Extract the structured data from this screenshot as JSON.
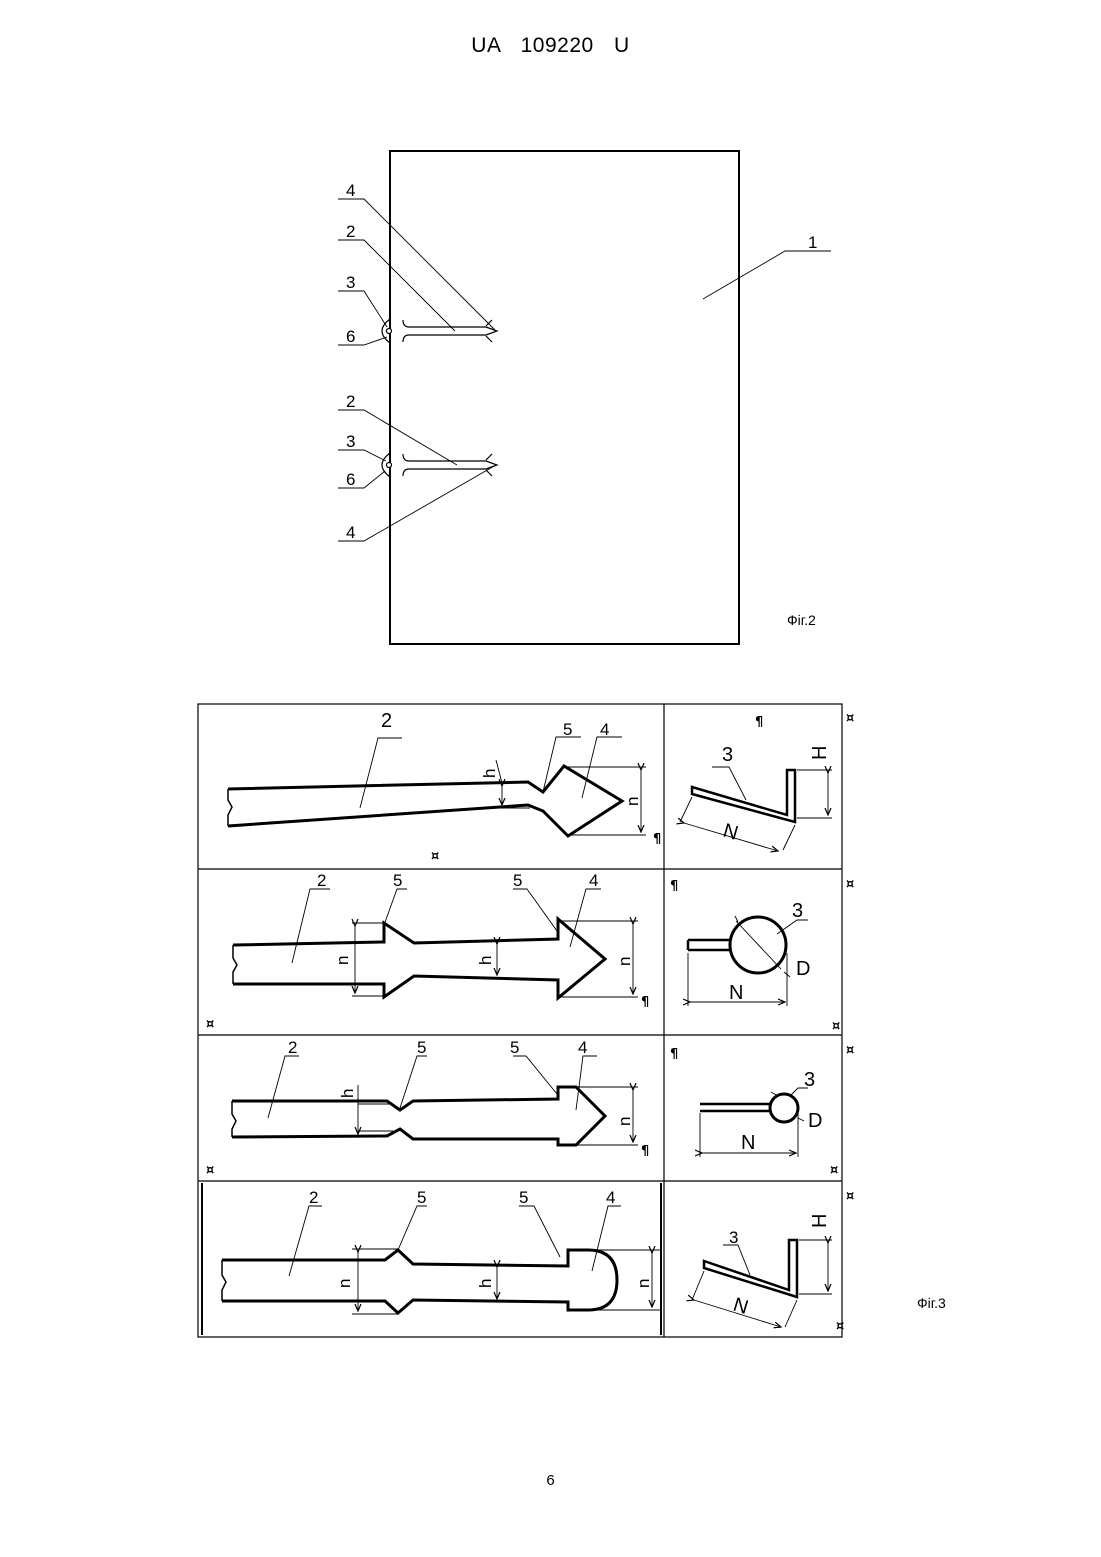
{
  "header": {
    "text": "UA   109220   U"
  },
  "page_number": "6",
  "fig2": {
    "caption": "Фіг.2",
    "labels": {
      "l4a": "4",
      "l2a": "2",
      "l3a": "3",
      "l6a": "6",
      "l2b": "2",
      "l3b": "3",
      "l6b": "6",
      "l4b": "4",
      "l1": "1"
    }
  },
  "fig3": {
    "caption": "Фіг.3",
    "rows": [
      {
        "left": {
          "l2": "2",
          "l5": "5",
          "l4": "4",
          "h": "h",
          "n": "n"
        },
        "right": {
          "l3": "3",
          "H": "H",
          "N": "N"
        }
      },
      {
        "left": {
          "l2": "2",
          "l5a": "5",
          "l5b": "5",
          "l4": "4",
          "h": "h",
          "n1": "n",
          "n2": "n"
        },
        "right": {
          "l3": "3",
          "D": "D",
          "N": "N"
        }
      },
      {
        "left": {
          "l2": "2",
          "l5a": "5",
          "l5b": "5",
          "l4": "4",
          "h": "h",
          "n": "n"
        },
        "right": {
          "l3": "3",
          "D": "D",
          "N": "N"
        }
      },
      {
        "left": {
          "l2": "2",
          "l5a": "5",
          "l5b": "5",
          "l4": "4",
          "h": "h",
          "n1": "n",
          "n2": "n"
        },
        "right": {
          "l3": "3",
          "H": "H",
          "N": "N"
        }
      }
    ],
    "marks": {
      "pilcrow": "¶",
      "currency": "¤"
    }
  }
}
